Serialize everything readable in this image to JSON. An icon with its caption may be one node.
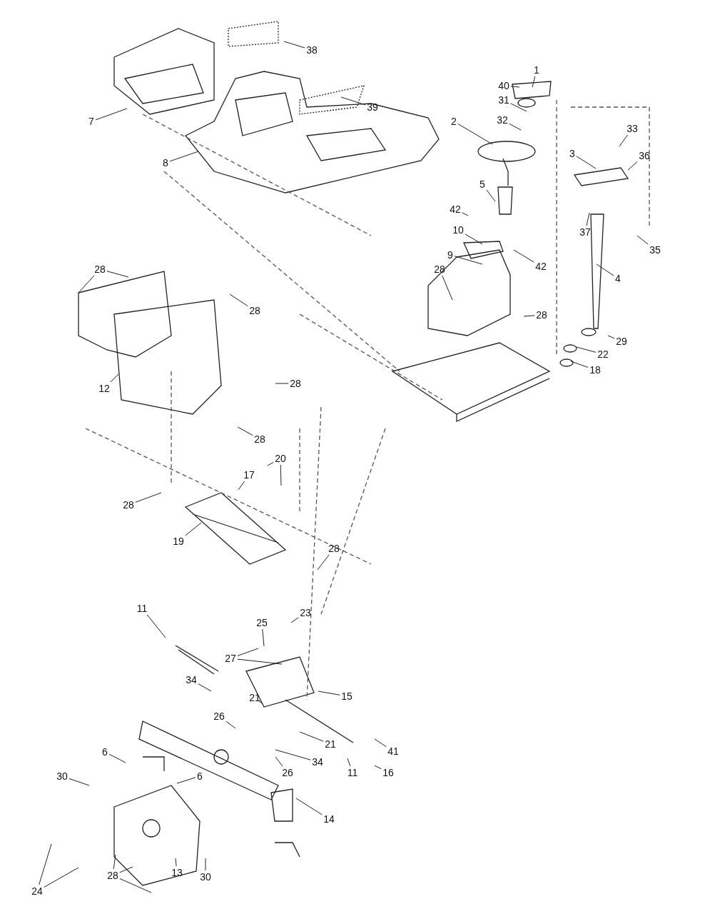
{
  "diagram": {
    "nodes": [
      {
        "text": [
          "1"
        ]
      },
      {
        "text": [
          "38"
        ]
      },
      {
        "text": [
          "40"
        ]
      },
      {
        "text": [
          "7"
        ]
      },
      {
        "text": [
          "31"
        ]
      },
      {
        "text": [
          "39"
        ]
      },
      {
        "text": [
          "32"
        ]
      },
      {
        "text": [
          "2"
        ]
      },
      {
        "text": [
          "33"
        ]
      },
      {
        "text": [
          "3"
        ]
      },
      {
        "text": [
          "36"
        ]
      },
      {
        "text": [
          "8"
        ]
      },
      {
        "text": [
          "5"
        ]
      },
      {
        "text": [
          "37"
        ]
      },
      {
        "text": [
          "42"
        ]
      },
      {
        "text": [
          "35"
        ]
      },
      {
        "text": [
          "10"
        ]
      },
      {
        "text": [
          "9"
        ]
      },
      {
        "text": [
          "4"
        ]
      },
      {
        "text": [
          "28"
        ]
      },
      {
        "text": [
          "42"
        ]
      },
      {
        "text": [
          "28"
        ]
      },
      {
        "text": [
          "28"
        ]
      },
      {
        "text": [
          "28"
        ]
      },
      {
        "text": [
          "29"
        ]
      },
      {
        "text": [
          "22"
        ]
      },
      {
        "text": [
          "18"
        ]
      },
      {
        "text": [
          "12"
        ]
      },
      {
        "text": [
          "28"
        ]
      },
      {
        "text": [
          "28"
        ]
      },
      {
        "text": [
          "20"
        ]
      },
      {
        "text": [
          "17"
        ]
      },
      {
        "text": [
          "28"
        ]
      },
      {
        "text": [
          "19"
        ]
      },
      {
        "text": [
          "28"
        ]
      },
      {
        "text": [
          "23"
        ]
      },
      {
        "text": [
          "11"
        ]
      },
      {
        "text": [
          "25"
        ]
      },
      {
        "text": [
          "27"
        ]
      },
      {
        "text": [
          "34"
        ]
      },
      {
        "text": [
          "15"
        ]
      },
      {
        "text": [
          "21"
        ]
      },
      {
        "text": [
          "26"
        ]
      },
      {
        "text": [
          "41"
        ]
      },
      {
        "text": [
          "21"
        ]
      },
      {
        "text": [
          "34"
        ]
      },
      {
        "text": [
          "11"
        ]
      },
      {
        "text": [
          "16"
        ]
      },
      {
        "text": [
          "6"
        ]
      },
      {
        "text": [
          "6"
        ]
      },
      {
        "text": [
          "30"
        ]
      },
      {
        "text": [
          "26"
        ]
      },
      {
        "text": [
          "14"
        ]
      },
      {
        "text": [
          "24"
        ]
      },
      {
        "text": [
          "13"
        ]
      },
      {
        "text": [
          "30"
        ]
      },
      {
        "text": [
          "28"
        ]
      }
    ],
    "edges": [
      {
        "from": 0,
        "to": null,
        "arrow": "none"
      },
      {
        "from": 1,
        "to": null,
        "arrow": "none"
      },
      {
        "from": 2,
        "to": null,
        "arrow": "none"
      },
      {
        "from": 3,
        "to": null,
        "arrow": "none"
      },
      {
        "from": 4,
        "to": null,
        "arrow": "none"
      },
      {
        "from": 5,
        "to": null,
        "arrow": "none"
      },
      {
        "from": 6,
        "to": null,
        "arrow": "none"
      },
      {
        "from": 7,
        "to": null,
        "arrow": "none"
      },
      {
        "from": 8,
        "to": null,
        "arrow": "none"
      },
      {
        "from": 9,
        "to": null,
        "arrow": "none"
      },
      {
        "from": 10,
        "to": null,
        "arrow": "none"
      },
      {
        "from": 11,
        "to": null,
        "arrow": "none"
      },
      {
        "from": 12,
        "to": null,
        "arrow": "none"
      },
      {
        "from": 13,
        "to": null,
        "arrow": "none"
      },
      {
        "from": 14,
        "to": null,
        "arrow": "none"
      },
      {
        "from": 15,
        "to": null,
        "arrow": "none"
      },
      {
        "from": 16,
        "to": null,
        "arrow": "none"
      },
      {
        "from": 17,
        "to": null,
        "arrow": "none"
      },
      {
        "from": 18,
        "to": null,
        "arrow": "none"
      },
      {
        "from": 19,
        "to": null,
        "arrow": "none"
      },
      {
        "from": 19,
        "to": null,
        "arrow": "none"
      },
      {
        "from": 20,
        "to": null,
        "arrow": "none"
      },
      {
        "from": 21,
        "to": null,
        "arrow": "none"
      },
      {
        "from": 22,
        "to": null,
        "arrow": "none"
      },
      {
        "from": 23,
        "to": null,
        "arrow": "none"
      },
      {
        "from": 24,
        "to": null,
        "arrow": "none"
      },
      {
        "from": 25,
        "to": null,
        "arrow": "none"
      },
      {
        "from": 26,
        "to": null,
        "arrow": "none"
      },
      {
        "from": 27,
        "to": null,
        "arrow": "none"
      },
      {
        "from": 28,
        "to": null,
        "arrow": "none"
      },
      {
        "from": 29,
        "to": null,
        "arrow": "none"
      },
      {
        "from": 30,
        "to": null,
        "arrow": "none"
      },
      {
        "from": 30,
        "to": null,
        "arrow": "none"
      },
      {
        "from": 31,
        "to": null,
        "arrow": "none"
      },
      {
        "from": 32,
        "to": null,
        "arrow": "none"
      },
      {
        "from": 33,
        "to": null,
        "arrow": "none"
      },
      {
        "from": 34,
        "to": null,
        "arrow": "none"
      },
      {
        "from": 35,
        "to": null,
        "arrow": "none"
      },
      {
        "from": 36,
        "to": null,
        "arrow": "none"
      },
      {
        "from": 37,
        "to": null,
        "arrow": "none"
      },
      {
        "from": 38,
        "to": null,
        "arrow": "none"
      },
      {
        "from": 38,
        "to": null,
        "arrow": "none"
      },
      {
        "from": 39,
        "to": null,
        "arrow": "none"
      },
      {
        "from": 40,
        "to": null,
        "arrow": "none"
      },
      {
        "from": 41,
        "to": null,
        "arrow": "none"
      },
      {
        "from": 42,
        "to": null,
        "arrow": "none"
      },
      {
        "from": 43,
        "to": null,
        "arrow": "none"
      },
      {
        "from": 44,
        "to": null,
        "arrow": "none"
      },
      {
        "from": 45,
        "to": null,
        "arrow": "none"
      },
      {
        "from": 46,
        "to": null,
        "arrow": "none"
      },
      {
        "from": 47,
        "to": null,
        "arrow": "none"
      },
      {
        "from": 48,
        "to": null,
        "arrow": "none"
      },
      {
        "from": 49,
        "to": null,
        "arrow": "none"
      },
      {
        "from": 50,
        "to": null,
        "arrow": "none"
      },
      {
        "from": 51,
        "to": null,
        "arrow": "none"
      },
      {
        "from": 52,
        "to": null,
        "arrow": "none"
      },
      {
        "from": 53,
        "to": null,
        "arrow": "none"
      },
      {
        "from": 53,
        "to": null,
        "arrow": "none"
      },
      {
        "from": 54,
        "to": null,
        "arrow": "none"
      },
      {
        "from": 55,
        "to": null,
        "arrow": "none"
      },
      {
        "from": 56,
        "to": null,
        "arrow": "none"
      },
      {
        "from": 56,
        "to": null,
        "arrow": "none"
      },
      {
        "from": 56,
        "to": null,
        "arrow": "none"
      }
    ]
  }
}
